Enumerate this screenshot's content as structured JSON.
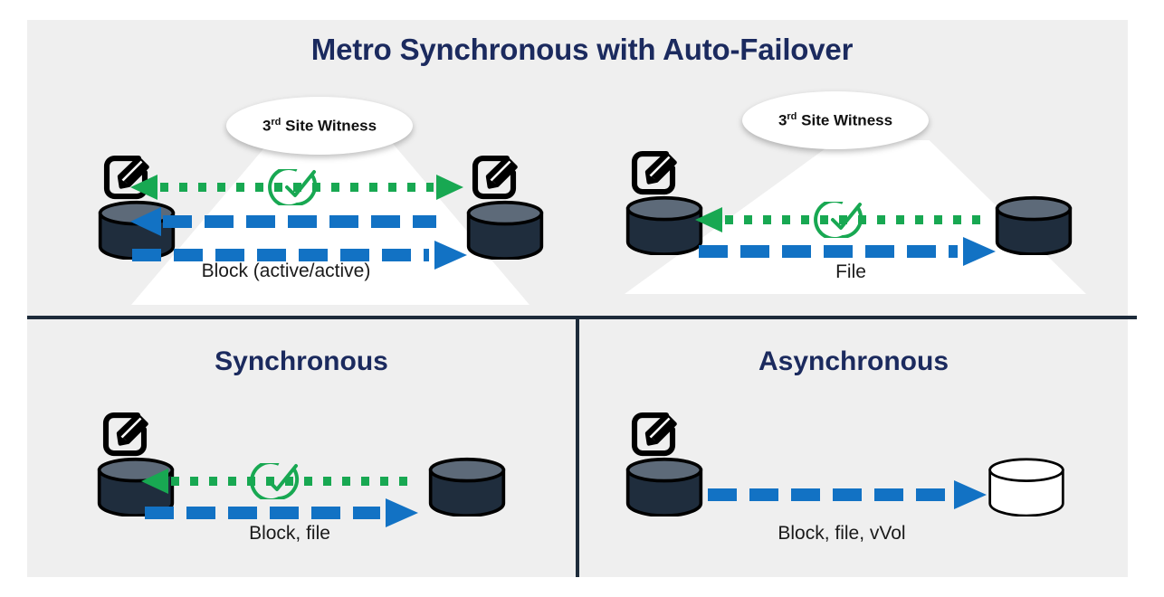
{
  "page": {
    "background": "#ffffff",
    "panel_background": "#efefef",
    "divider_color": "#1d2b3a"
  },
  "colors": {
    "heading_navy": "#1b2a5e",
    "arrow_blue": "#1272c4",
    "arrow_green": "#18a852",
    "cylinder_body": "#1f2d3d",
    "cylinder_top": "#5d6a79",
    "icon_black": "#000000"
  },
  "headings": {
    "main_title": "Metro Synchronous with Auto-Failover",
    "synchronous": "Synchronous",
    "asynchronous": "Asynchronous"
  },
  "witness": {
    "prefix": "3",
    "ordinal": "rd",
    "label": " Site Witness",
    "full_text": "3rd Site Witness"
  },
  "quadrants": [
    {
      "id": "block",
      "caption": "Block (active/active)",
      "has_witness": true,
      "left_node": {
        "edit_icon": true,
        "cylinder": "filled"
      },
      "right_node": {
        "edit_icon": true,
        "cylinder": "filled"
      },
      "arrows": [
        {
          "name": "heartbeat-arrow",
          "color": "#18a852",
          "style": "dotted",
          "direction": "both",
          "checkmark": true
        },
        {
          "name": "replication-arrow-left",
          "color": "#1272c4",
          "style": "dashed",
          "direction": "left",
          "checkmark": false
        },
        {
          "name": "replication-arrow-right",
          "color": "#1272c4",
          "style": "dashed",
          "direction": "right",
          "checkmark": false
        }
      ]
    },
    {
      "id": "file",
      "caption": "File",
      "has_witness": true,
      "left_node": {
        "edit_icon": true,
        "cylinder": "filled"
      },
      "right_node": {
        "edit_icon": false,
        "cylinder": "filled"
      },
      "arrows": [
        {
          "name": "heartbeat-arrow",
          "color": "#18a852",
          "style": "dotted",
          "direction": "left",
          "checkmark": true
        },
        {
          "name": "replication-arrow-right",
          "color": "#1272c4",
          "style": "dashed",
          "direction": "right",
          "checkmark": false
        }
      ]
    },
    {
      "id": "sync",
      "caption": "Block, file",
      "has_witness": false,
      "left_node": {
        "edit_icon": true,
        "cylinder": "filled"
      },
      "right_node": {
        "edit_icon": false,
        "cylinder": "filled"
      },
      "arrows": [
        {
          "name": "heartbeat-arrow",
          "color": "#18a852",
          "style": "dotted",
          "direction": "left",
          "checkmark": true
        },
        {
          "name": "replication-arrow-right",
          "color": "#1272c4",
          "style": "dashed",
          "direction": "right",
          "checkmark": false
        }
      ]
    },
    {
      "id": "async",
      "caption": "Block, file, vVol",
      "has_witness": false,
      "left_node": {
        "edit_icon": true,
        "cylinder": "filled"
      },
      "right_node": {
        "edit_icon": false,
        "cylinder": "outline"
      },
      "arrows": [
        {
          "name": "replication-arrow-right",
          "color": "#1272c4",
          "style": "dashed",
          "direction": "right",
          "checkmark": false
        }
      ]
    }
  ]
}
